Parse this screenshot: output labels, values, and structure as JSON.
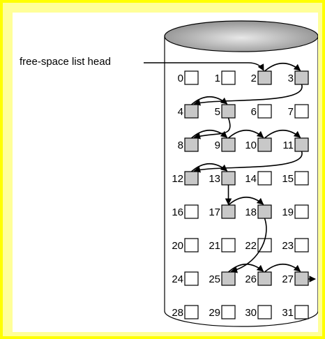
{
  "diagram": {
    "head_label": "free-space list head",
    "blocks": [
      {
        "label": "0",
        "free": false
      },
      {
        "label": "1",
        "free": false
      },
      {
        "label": "2",
        "free": true
      },
      {
        "label": "3",
        "free": true
      },
      {
        "label": "4",
        "free": true
      },
      {
        "label": "5",
        "free": true
      },
      {
        "label": "6",
        "free": false
      },
      {
        "label": "7",
        "free": false
      },
      {
        "label": "8",
        "free": true
      },
      {
        "label": "9",
        "free": true
      },
      {
        "label": "10",
        "free": true
      },
      {
        "label": "11",
        "free": true
      },
      {
        "label": "12",
        "free": true
      },
      {
        "label": "13",
        "free": true
      },
      {
        "label": "14",
        "free": false
      },
      {
        "label": "15",
        "free": false
      },
      {
        "label": "16",
        "free": false
      },
      {
        "label": "17",
        "free": true
      },
      {
        "label": "18",
        "free": true
      },
      {
        "label": "19",
        "free": false
      },
      {
        "label": "20",
        "free": false
      },
      {
        "label": "21",
        "free": false
      },
      {
        "label": "22",
        "free": false
      },
      {
        "label": "23",
        "free": false
      },
      {
        "label": "24",
        "free": false
      },
      {
        "label": "25",
        "free": true
      },
      {
        "label": "26",
        "free": true
      },
      {
        "label": "27",
        "free": true
      },
      {
        "label": "28",
        "free": false
      },
      {
        "label": "29",
        "free": false
      },
      {
        "label": "30",
        "free": false
      },
      {
        "label": "31",
        "free": false
      }
    ],
    "links": [
      [
        2,
        3
      ],
      [
        3,
        4
      ],
      [
        4,
        5
      ],
      [
        5,
        8
      ],
      [
        8,
        9
      ],
      [
        9,
        10
      ],
      [
        10,
        11
      ],
      [
        11,
        12
      ],
      [
        12,
        13
      ],
      [
        13,
        17
      ],
      [
        17,
        18
      ],
      [
        18,
        25
      ],
      [
        25,
        26
      ],
      [
        26,
        27
      ]
    ],
    "colors": {
      "frame_outer": "#ffff00",
      "frame_inner": "#ffff99",
      "free_block": "#c8c8c8",
      "used_block": "#ffffff",
      "disk_top": "#a0a0a0"
    }
  }
}
